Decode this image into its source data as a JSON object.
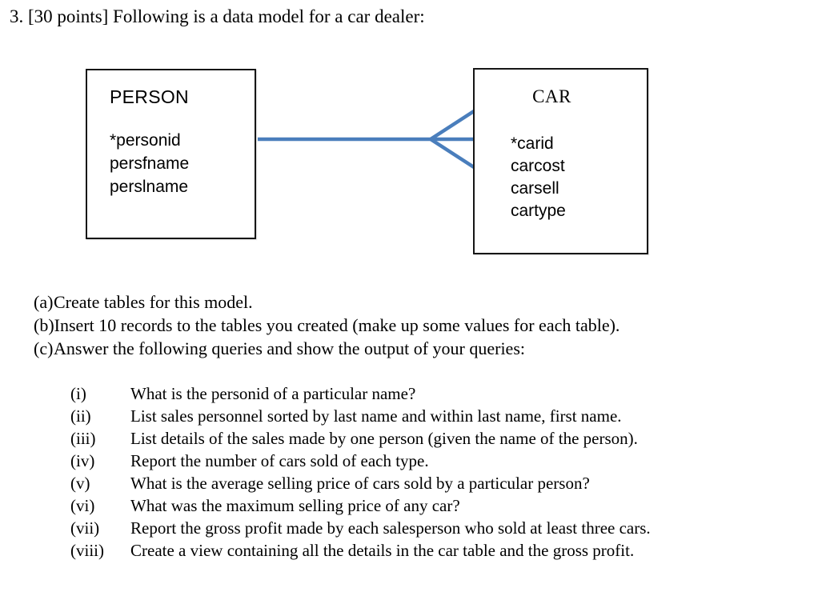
{
  "title": "3. [30 points] Following is a data model for a car dealer:",
  "diagram": {
    "connector_color": "#4a7ebc",
    "person": {
      "title": "PERSON",
      "attributes": [
        "*personid",
        "persfname",
        "perslname"
      ]
    },
    "car": {
      "title": "CAR",
      "attributes": [
        "*carid",
        "carcost",
        "carsell",
        "cartype"
      ]
    }
  },
  "questions": [
    {
      "label": "(a)",
      "text": "Create tables for this model."
    },
    {
      "label": "(b)",
      "text": "Insert 10 records to the tables you created (make up some values for each table)."
    },
    {
      "label": "(c)",
      "text": "Answer the following queries and show the output of your queries:"
    }
  ],
  "subquestions": [
    {
      "label": "(i)",
      "text": "What is the personid of a particular name?"
    },
    {
      "label": "(ii)",
      "text": "List sales personnel sorted by last name and within last name, first name."
    },
    {
      "label": "(iii)",
      "text": "List details of the sales made by one person (given the name of the person)."
    },
    {
      "label": "(iv)",
      "text": "Report the number of cars sold of each type."
    },
    {
      "label": "(v)",
      "text": "What is the average selling price of cars sold by a particular person?"
    },
    {
      "label": "(vi)",
      "text": "What was the maximum selling price of any car?"
    },
    {
      "label": "(vii)",
      "text": "Report the gross profit made by each salesperson who sold at least three cars."
    },
    {
      "label": "(viii)",
      "text": "Create a view containing all the details in the car table and the gross profit."
    }
  ]
}
